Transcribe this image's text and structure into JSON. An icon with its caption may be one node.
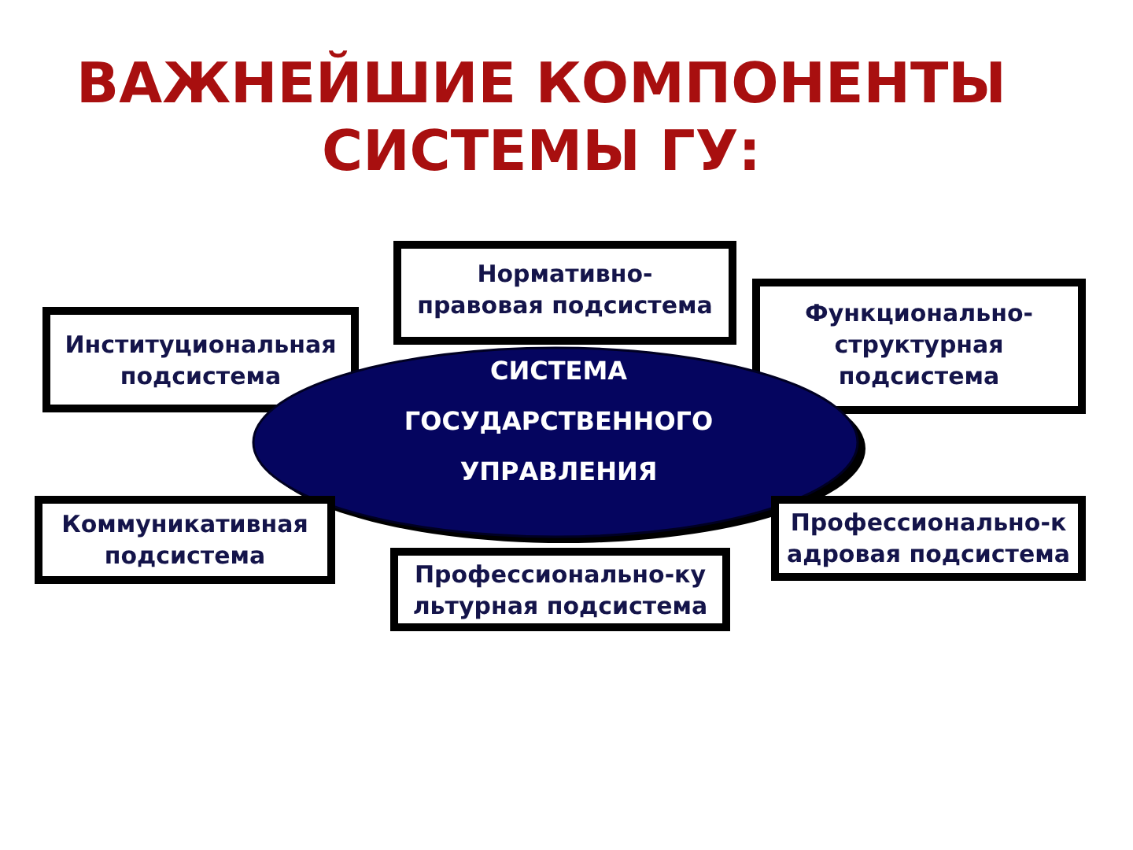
{
  "diagram": {
    "title": "ВАЖНЕЙШИЕ КОМПОНЕНТЫ СИСТЕМЫ ГУ:",
    "nodes": [
      {
        "text": [
          "Институциональная подсистема"
        ]
      },
      {
        "text": [
          "Нормативно- правовая подсистема"
        ]
      },
      {
        "text": [
          "Функционально- структурная подсистема"
        ]
      },
      {
        "text": [
          "СИСТЕМА ГОСУДАРСТВЕННОГО УПРАВЛЕНИЯ"
        ]
      },
      {
        "text": [
          "Коммуникативная подсистема"
        ]
      },
      {
        "text": [
          "Профессионально-ку льтурная подсистема"
        ]
      },
      {
        "text": [
          "Профессионально-к адровая подсистема"
        ]
      }
    ]
  }
}
